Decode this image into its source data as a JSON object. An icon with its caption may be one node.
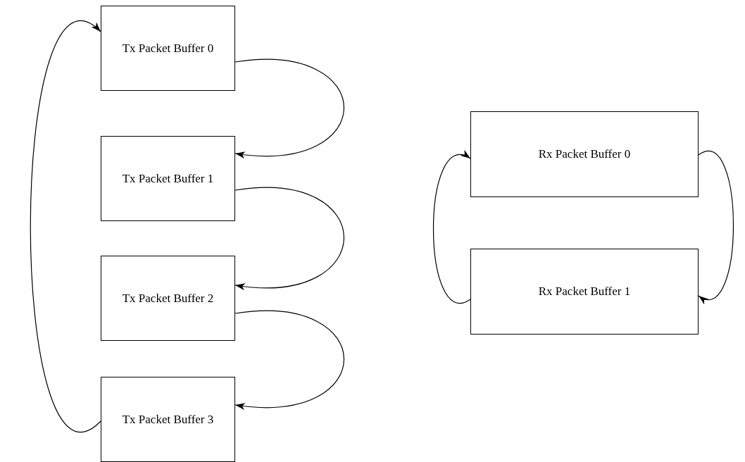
{
  "diagram": {
    "nodes": [
      {
        "text": [
          "Tx Packet Buffer 0"
        ]
      },
      {
        "text": [
          "Tx Packet Buffer 1"
        ]
      },
      {
        "text": [
          "Tx Packet Buffer 2"
        ]
      },
      {
        "text": [
          "Tx Packet Buffer 3"
        ]
      },
      {
        "text": [
          "Rx Packet Buffer 0"
        ]
      },
      {
        "text": [
          "Rx Packet Buffer 1"
        ]
      }
    ],
    "edges": [
      {
        "from": 0,
        "to": 1,
        "arrow": "to"
      },
      {
        "from": 1,
        "to": 2,
        "arrow": "to"
      },
      {
        "from": 2,
        "to": 3,
        "arrow": "to"
      },
      {
        "from": 3,
        "to": 0,
        "arrow": "to"
      },
      {
        "from": 4,
        "to": 5,
        "arrow": "to"
      },
      {
        "from": 5,
        "to": 4,
        "arrow": "to"
      }
    ]
  }
}
